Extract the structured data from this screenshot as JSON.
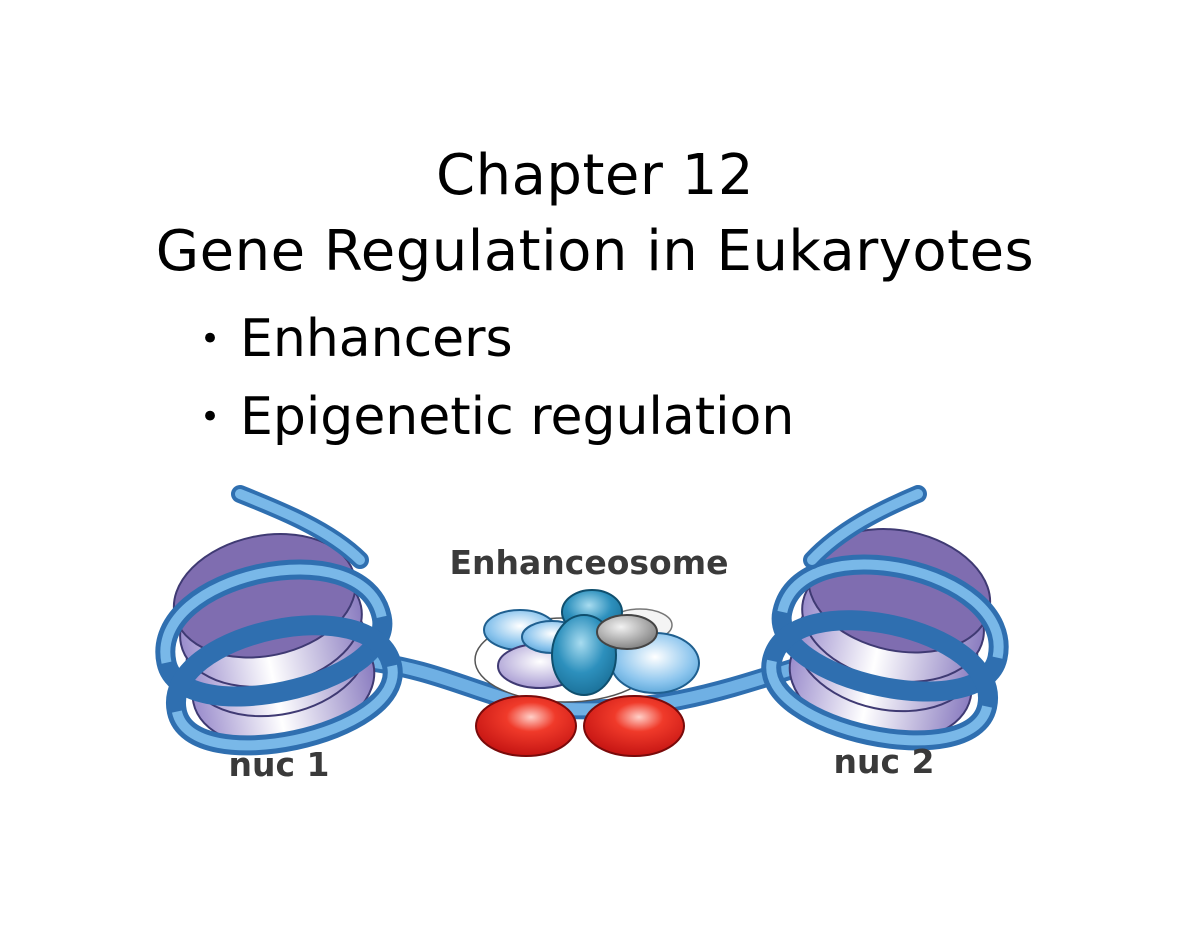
{
  "slide": {
    "title_line1": "Chapter 12",
    "title_line2": "Gene Regulation in Eukaryotes",
    "bullet_glyph": "•",
    "bullets": [
      "Enhancers",
      "Epigenetic regulation"
    ]
  },
  "figure": {
    "center_label": "Enhanceosome",
    "left_label": "nuc 1",
    "right_label": "nuc 2"
  },
  "colors": {
    "dna_strand": "#5b9bd5",
    "histone_top": "#7f6db0",
    "histone_side": "#c9bde6",
    "activator": "#e02020",
    "factor_blue": "#4a9bd1",
    "factor_teal": "#1f7fa8",
    "factor_gray": "#9a9a9a"
  }
}
